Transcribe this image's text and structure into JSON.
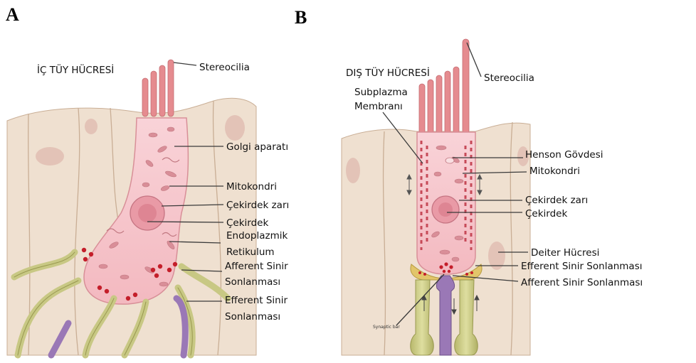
{
  "panels": {
    "a": {
      "letter": "A",
      "title": "İÇ TÜY HÜCRESİ",
      "labels": {
        "stereocilia": "Stereocilia",
        "golgi": "Golgi aparatı",
        "mitokondri": "Mitokondri",
        "cekirdek_zari": "Çekirdek zarı",
        "cekirdek": "Çekirdek",
        "endoplazmik_1": "Endoplazmik",
        "endoplazmik_2": "Retikulum",
        "afferent_1": "Afferent Sinir",
        "afferent_2": "Sonlanması",
        "efferent_1": "Efferent Sinir",
        "efferent_2": "Sonlanması"
      }
    },
    "b": {
      "letter": "B",
      "title": "DIŞ TÜY HÜCRESİ",
      "labels": {
        "stereocilia": "Stereocilia",
        "subplazma_1": "Subplazma",
        "subplazma_2": "Membranı",
        "henson": "Henson Gövdesi",
        "mitokondri": "Mitokondri",
        "cekirdek_zari": "Çekirdek zarı",
        "cekirdek": "Çekirdek",
        "deiter": "Deiter Hücresi",
        "efferent": "Efferent Sinir Sonlanması",
        "afferent": "Afferent Sinir Sonlanması",
        "synaptic_bar": "Synaptic bar"
      }
    }
  },
  "colors": {
    "supporting_cell": "#efe0d0",
    "supporting_edge": "#c9ae95",
    "cell_nucleus": "#e3c3b7",
    "hair_cell": "#f6c6cc",
    "hair_cell_edge": "#d88f98",
    "stereocilia": "#e58b8f",
    "organelle": "#d98e98",
    "afferent_nerve": "#c8c884",
    "nerve_edge": "#98984e",
    "efferent_nerve": "#9a78b6",
    "synapse_dot": "#c41e2a"
  }
}
